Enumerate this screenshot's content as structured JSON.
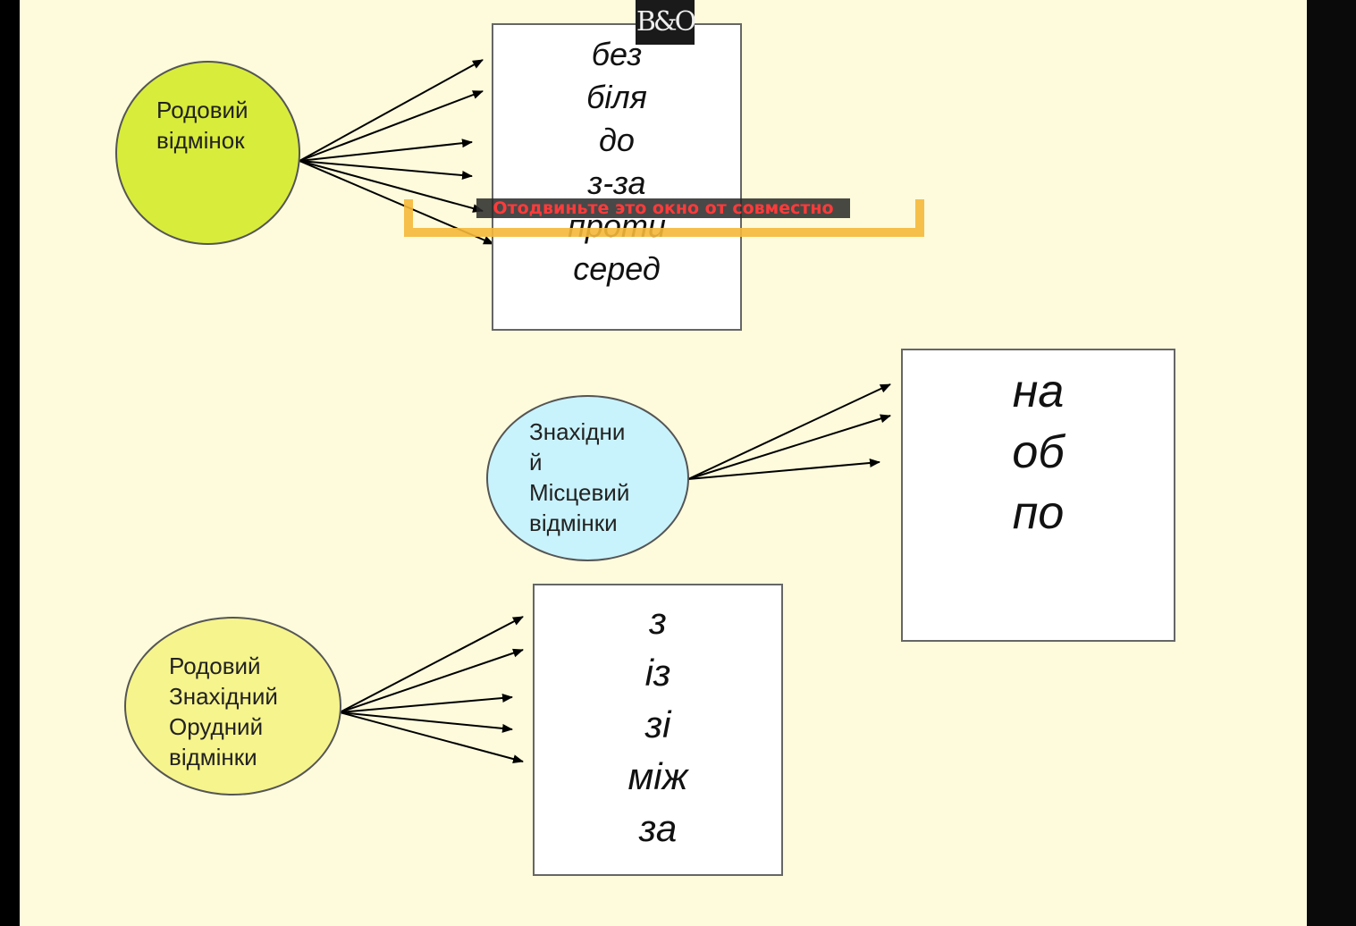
{
  "logo": {
    "text": "B&O"
  },
  "overlay": {
    "warning_text": "Отодвиньте это окно от совместно",
    "frame_color": "#f6b93a",
    "text_color": "#ff3a3a"
  },
  "groups": [
    {
      "circle_label": "Родовий\nвідмінок",
      "circle_color": "#d8ec3b",
      "words": [
        "без",
        "біля",
        "до",
        "з-за",
        "проти",
        "серед"
      ]
    },
    {
      "circle_label": "Знахідни\nй\nМісцевий\nвідмінки",
      "circle_color": "#c9f3fc",
      "words": [
        "на",
        "об",
        "по"
      ]
    },
    {
      "circle_label": "Родовий\nЗнахідний\nОрудний\nвідмінки",
      "circle_color": "#f6f48c",
      "words": [
        "з",
        "із",
        "зі",
        "між",
        "за"
      ]
    }
  ]
}
